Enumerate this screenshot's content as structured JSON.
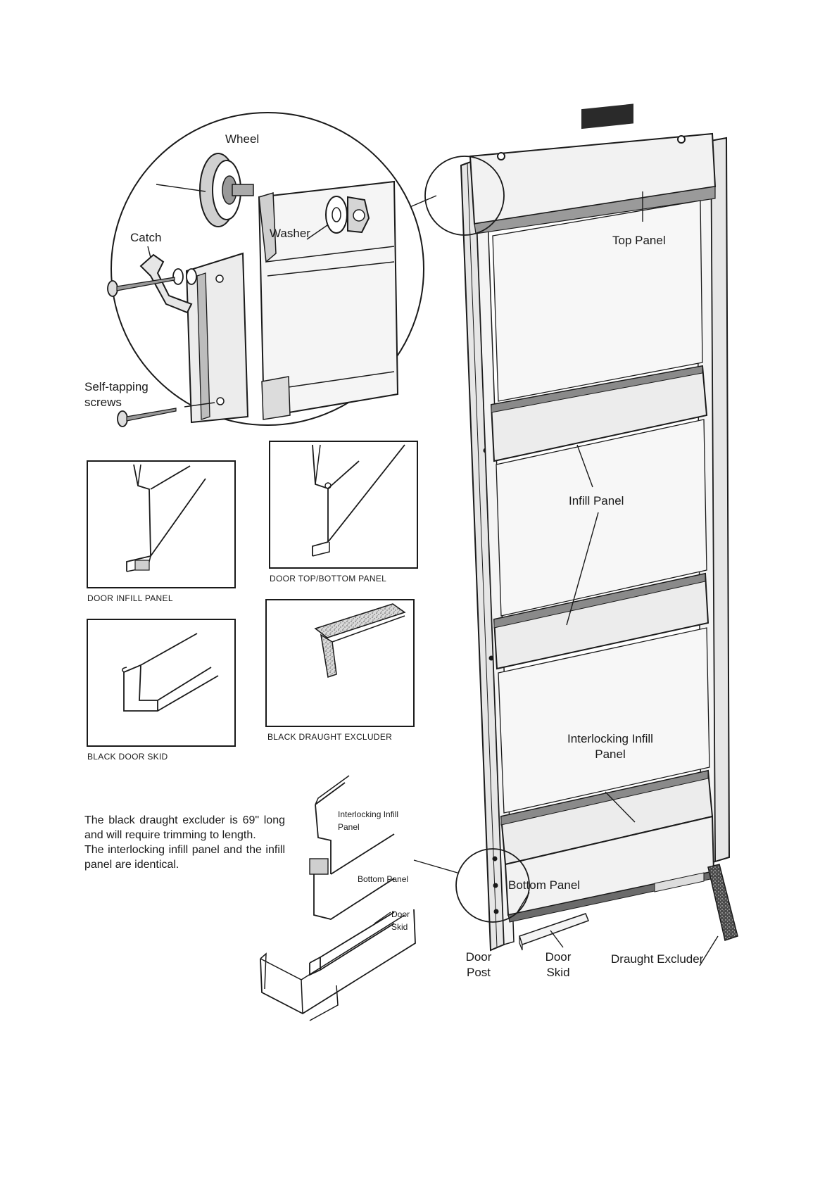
{
  "labels": {
    "wheel": "Wheel",
    "catch": "Catch",
    "washer": "Washer",
    "self_tapping_1": "Self-tapping",
    "self_tapping_2": "screws",
    "top_panel": "Top Panel",
    "infill_panel": "Infill Panel",
    "interlocking_1": "Interlocking Infill",
    "interlocking_2": "Panel",
    "bottom_panel": "Bottom Panel",
    "door_post_1": "Door",
    "door_post_2": "Post",
    "door_skid_1": "Door",
    "door_skid_2": "Skid",
    "draught_excluder": "Draught Excluder"
  },
  "detail_labels": {
    "interlocking_1": "Interlocking Infill",
    "interlocking_2": "Panel",
    "bottom_panel": "Bottom Panel",
    "door_skid_1": "Door",
    "door_skid_2": "Skid"
  },
  "captions": {
    "door_infill_panel": "DOOR INFILL PANEL",
    "door_top_bottom_panel": "DOOR TOP/BOTTOM PANEL",
    "black_door_skid": "BLACK DOOR SKID",
    "black_draught_excluder": "BLACK DRAUGHT EXCLUDER"
  },
  "note": {
    "line1": "The black draught excluder is 69\" long and will require trimming to length.",
    "line2": "The interlocking infill panel and the infill panel are identical."
  },
  "colors": {
    "ink": "#1a1a1a",
    "panel_fill": "#f2f2f2",
    "shade": "#6b6b6b",
    "dark": "#2a2a2a"
  }
}
